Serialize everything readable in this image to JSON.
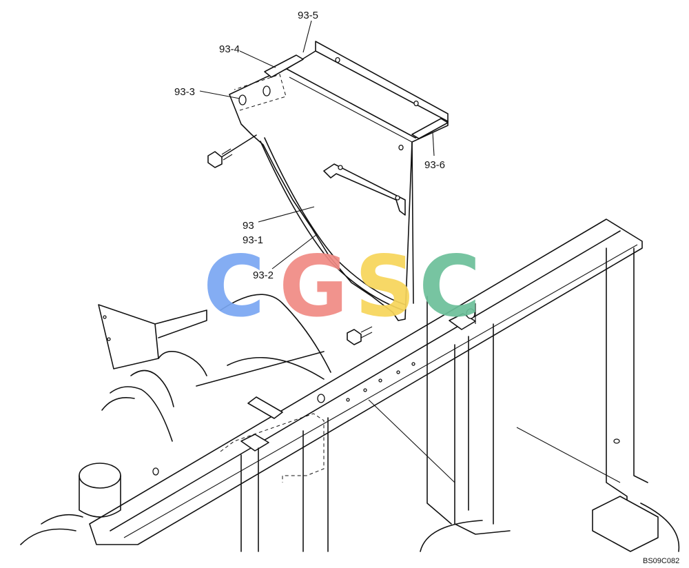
{
  "callouts": {
    "c93_5": "93-5",
    "c93_4": "93-4",
    "c93_3": "93-3",
    "c93_6": "93-6",
    "c93": "93",
    "c93_1": "93-1",
    "c93_2": "93-2"
  },
  "figure_code": "BS09C082",
  "watermark": {
    "letters": [
      "C",
      "G",
      "S",
      "C"
    ],
    "colors": [
      "#7aa7f2",
      "#f08a84",
      "#f7d55a",
      "#6cc09a"
    ]
  }
}
